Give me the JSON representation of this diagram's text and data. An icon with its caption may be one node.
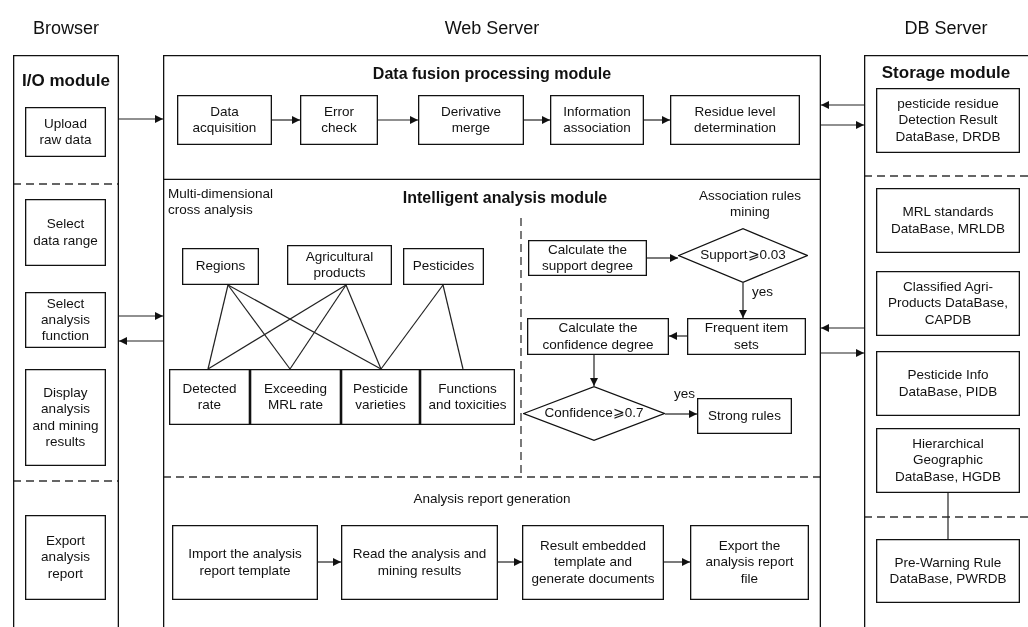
{
  "diagram": {
    "nodes": [
      {
        "text": [
          "Browser",
          "I/O module"
        ]
      },
      {
        "text": [
          "Upload raw data"
        ],
        "in": 0
      },
      {
        "text": [
          "Select data range"
        ],
        "in": 0
      },
      {
        "text": [
          "Select analysis function"
        ],
        "in": 0
      },
      {
        "text": [
          "Display analysis and mining results"
        ],
        "in": 0
      },
      {
        "text": [
          "Export analysis report"
        ],
        "in": 0
      },
      {
        "text": [
          "Web Server"
        ]
      },
      {
        "text": [
          "Data fusion processing module"
        ],
        "in": 6
      },
      {
        "text": [
          "Data acquisition"
        ],
        "in": 7
      },
      {
        "text": [
          "Error check"
        ],
        "in": 7
      },
      {
        "text": [
          "Derivative merge"
        ],
        "in": 7
      },
      {
        "text": [
          "Information association"
        ],
        "in": 7
      },
      {
        "text": [
          "Residue level determination"
        ],
        "in": 7
      },
      {
        "text": [
          "Intelligent analysis module"
        ],
        "in": 6
      },
      {
        "text": [
          "Regions"
        ],
        "in": 13
      },
      {
        "text": [
          "Agricultural products"
        ],
        "in": 13
      },
      {
        "text": [
          "Pesticides"
        ],
        "in": 13
      },
      {
        "text": [
          "Detected rate"
        ],
        "in": 13
      },
      {
        "text": [
          "Exceeding MRL rate"
        ],
        "in": 13
      },
      {
        "text": [
          "Pesticide varieties"
        ],
        "in": 13
      },
      {
        "text": [
          "Functions and toxicities"
        ],
        "in": 13
      },
      {
        "text": [
          "Calculate the support degree"
        ],
        "in": 13
      },
      {
        "text": [
          "Support⩾0.03"
        ],
        "in": 13
      },
      {
        "text": [
          "Frequent item sets"
        ],
        "in": 13
      },
      {
        "text": [
          "Calculate the confidence degree"
        ],
        "in": 13
      },
      {
        "text": [
          "Confidence⩾0.7"
        ],
        "in": 13
      },
      {
        "text": [
          "Strong rules"
        ],
        "in": 13
      },
      {
        "text": [
          "Analysis report generation"
        ],
        "in": 6
      },
      {
        "text": [
          "Import the analysis report template"
        ],
        "in": 27
      },
      {
        "text": [
          "Read the analysis and mining results"
        ],
        "in": 27
      },
      {
        "text": [
          "Result embedded template and generate documents"
        ],
        "in": 27
      },
      {
        "text": [
          "Export the analysis report file"
        ],
        "in": 27
      },
      {
        "text": [
          "DB Server",
          "Storage module"
        ]
      },
      {
        "text": [
          "pesticide residue Detection Result DataBase, DRDB"
        ],
        "in": 32
      },
      {
        "text": [
          "MRL standards DataBase, MRLDB"
        ],
        "in": 32
      },
      {
        "text": [
          "Classified Agri-Products DataBase, CAPDB"
        ],
        "in": 32
      },
      {
        "text": [
          "Pesticide Info DataBase, PIDB"
        ],
        "in": 32
      },
      {
        "text": [
          "Hierarchical Geographic DataBase, HGDB"
        ],
        "in": 32
      },
      {
        "text": [
          "Pre-Warning Rule DataBase, PWRDB"
        ],
        "in": 32
      }
    ],
    "edges": [
      {
        "from": 0,
        "to": 7,
        "arrow": "to"
      },
      {
        "from": 0,
        "to": 13,
        "arrow": "to"
      },
      {
        "from": 13,
        "to": 0,
        "arrow": "to"
      },
      {
        "from": 32,
        "to": 7,
        "arrow": "to"
      },
      {
        "from": 7,
        "to": 32,
        "arrow": "to"
      },
      {
        "from": 32,
        "to": 13,
        "arrow": "to"
      },
      {
        "from": 13,
        "to": 32,
        "arrow": "to"
      },
      {
        "from": 8,
        "to": 9,
        "arrow": "to"
      },
      {
        "from": 9,
        "to": 10,
        "arrow": "to"
      },
      {
        "from": 10,
        "to": 11,
        "arrow": "to"
      },
      {
        "from": 11,
        "to": 12,
        "arrow": "to"
      },
      {
        "from": 14,
        "to": 17,
        "arrow": "none"
      },
      {
        "from": 14,
        "to": 18,
        "arrow": "none"
      },
      {
        "from": 14,
        "to": 19,
        "arrow": "none"
      },
      {
        "from": 15,
        "to": 17,
        "arrow": "none"
      },
      {
        "from": 15,
        "to": 18,
        "arrow": "none"
      },
      {
        "from": 15,
        "to": 19,
        "arrow": "none"
      },
      {
        "from": 16,
        "to": 19,
        "arrow": "none"
      },
      {
        "from": 16,
        "to": 20,
        "arrow": "none"
      },
      {
        "from": 21,
        "to": 22,
        "arrow": "to"
      },
      {
        "from": 22,
        "to": 23,
        "arrow": "to",
        "label": "yes"
      },
      {
        "from": 23,
        "to": 24,
        "arrow": "to"
      },
      {
        "from": 24,
        "to": 25,
        "arrow": "to"
      },
      {
        "from": 25,
        "to": 26,
        "arrow": "to",
        "label": "yes"
      },
      {
        "from": 28,
        "to": 29,
        "arrow": "to"
      },
      {
        "from": 29,
        "to": 30,
        "arrow": "to"
      },
      {
        "from": 30,
        "to": 31,
        "arrow": "to"
      },
      {
        "from": 37,
        "to": 38,
        "arrow": "none"
      }
    ],
    "labels": [
      "Multi-dimensional cross analysis",
      "Association rules mining"
    ]
  }
}
